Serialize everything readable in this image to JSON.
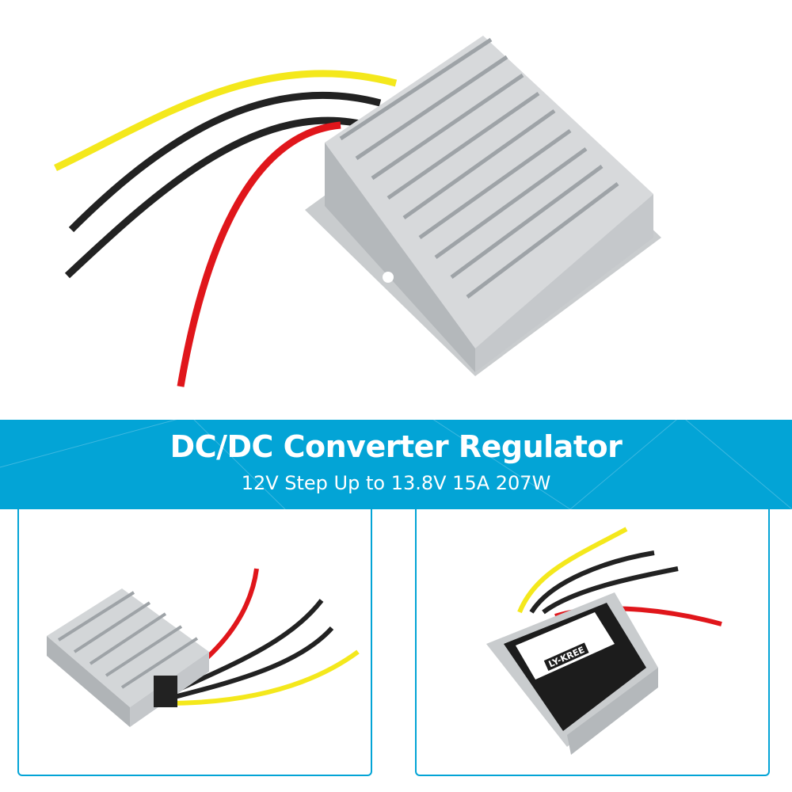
{
  "banner": {
    "title": "DC/DC Converter Regulator",
    "subtitle": "12V Step Up to 13.8V 15A 207W",
    "background_color": "#03a4d6"
  },
  "images": {
    "hero": "converter-top-view",
    "left_panel": "converter-side-view",
    "right_panel": "converter-bottom-label-view"
  },
  "label_logo_text": "LY-KREE"
}
